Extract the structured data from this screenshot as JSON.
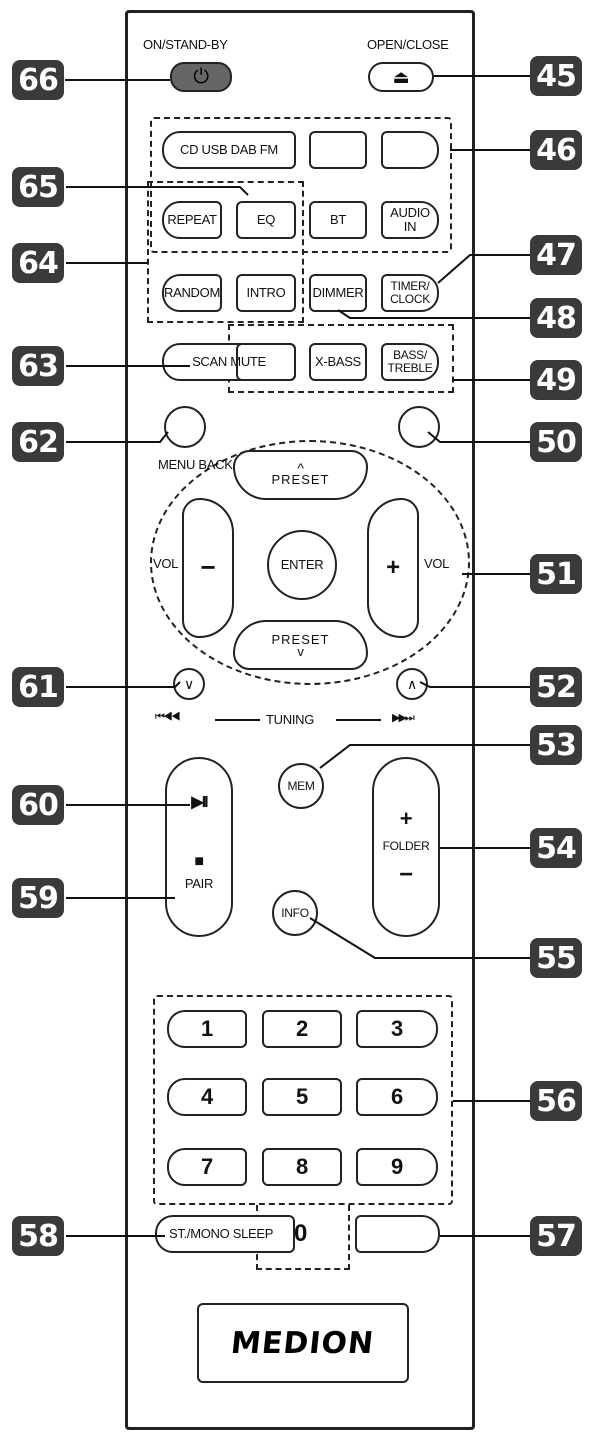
{
  "brand": "MEDION",
  "top": {
    "power_label": "ON/STAND-BY",
    "power_glyph": "⏻",
    "eject_label": "OPEN/CLOSE",
    "eject_glyph": "⏏"
  },
  "source_row": {
    "cd_usb_dab_fm": "CD USB DAB FM",
    "blank_1": "",
    "blank_2": ""
  },
  "row_2": {
    "repeat": "REPEAT",
    "eq": "EQ",
    "bt": "BT",
    "audio_in": "AUDIO IN"
  },
  "row_3": {
    "random": "RANDOM",
    "intro": "INTRO",
    "dimmer": "DIMMER",
    "timer_clock": "TIMER/\nCLOCK"
  },
  "row_4": {
    "scan_mute": "SCAN MUTE",
    "blank": "",
    "x_bass": "X-BASS",
    "bass_treble": "BASS/\nTREBLE"
  },
  "nav": {
    "menu_back": "MENU BACK",
    "preset_up": "PRESET",
    "preset_down": "PRESET",
    "up_arrow": "^",
    "down_arrow": "v",
    "vol_left": "VOL",
    "vol_right": "VOL",
    "minus": "−",
    "plus": "+",
    "enter": "ENTER"
  },
  "tuning": {
    "label": "TUNING",
    "left_glyph": "⏮◀◀",
    "right_glyph": "▶▶⏭",
    "down_glyph": "∨",
    "up_glyph": "∧"
  },
  "transport": {
    "play_pause": "▶II",
    "stop": "■",
    "pair": "PAIR",
    "mem": "MEM",
    "info": "INFO",
    "folder_plus": "+",
    "folder": "FOLDER",
    "folder_minus": "−"
  },
  "numpad": {
    "keys": [
      "1",
      "2",
      "3",
      "4",
      "5",
      "6",
      "7",
      "8",
      "9"
    ],
    "st_mono_sleep": "ST./MONO SLEEP",
    "zero": "0",
    "blank": ""
  },
  "callouts": {
    "c66": "66",
    "c45": "45",
    "c46": "46",
    "c65": "65",
    "c64": "64",
    "c47": "47",
    "c48": "48",
    "c63": "63",
    "c49": "49",
    "c62": "62",
    "c50": "50",
    "c51": "51",
    "c61": "61",
    "c52": "52",
    "c53": "53",
    "c60": "60",
    "c54": "54",
    "c59": "59",
    "c55": "55",
    "c56": "56",
    "c58": "58",
    "c57": "57"
  }
}
